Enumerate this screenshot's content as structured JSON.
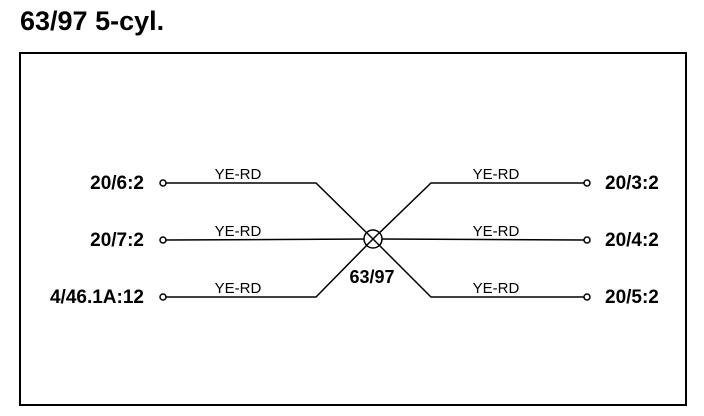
{
  "title": "63/97 5-cyl.",
  "splice": {
    "label": "63/97"
  },
  "left_connectors": [
    {
      "pin": "20/6:2",
      "wire": "YE-RD"
    },
    {
      "pin": "20/7:2",
      "wire": "YE-RD"
    },
    {
      "pin": "4/46.1A:12",
      "wire": "YE-RD"
    }
  ],
  "right_connectors": [
    {
      "pin": "20/3:2",
      "wire": "YE-RD"
    },
    {
      "pin": "20/4:2",
      "wire": "YE-RD"
    },
    {
      "pin": "20/5:2",
      "wire": "YE-RD"
    }
  ]
}
